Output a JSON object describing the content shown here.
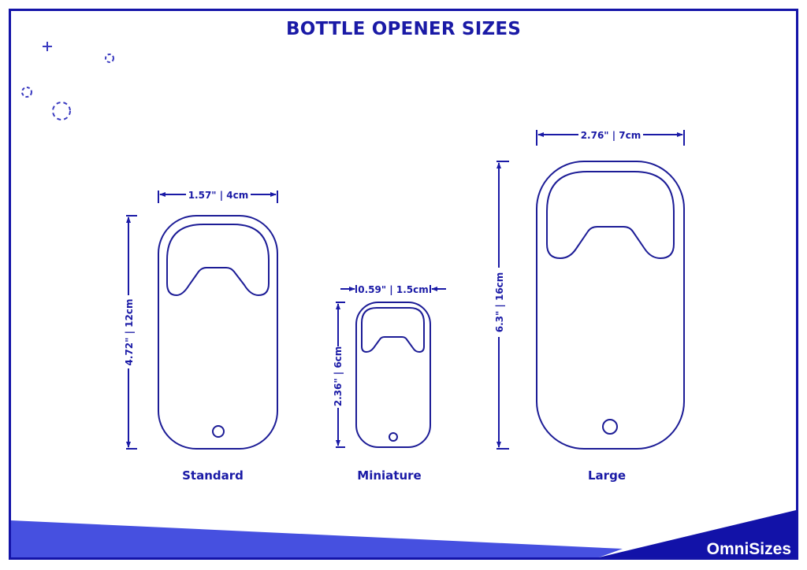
{
  "title": "BOTTLE OPENER SIZES",
  "brand": "OmniSizes",
  "colors": {
    "primary": "#1a1aa6",
    "stroke": "#1c1c96",
    "footer_light": "#4650e0",
    "footer_dark": "#1212a8",
    "background": "#ffffff"
  },
  "openers": [
    {
      "name": "Standard",
      "width_label": "1.57\" | 4cm",
      "height_label": "4.72\" | 12cm"
    },
    {
      "name": "Miniature",
      "width_label": "0.59\" | 1.5cm",
      "height_label": "2.36\" | 6cm"
    },
    {
      "name": "Large",
      "width_label": "2.76\" | 7cm",
      "height_label": "6.3\" | 16cm"
    }
  ],
  "decorations": [
    "plus-icon",
    "dashed-circle-icon",
    "dashed-circle-icon",
    "dashed-circle-icon"
  ]
}
